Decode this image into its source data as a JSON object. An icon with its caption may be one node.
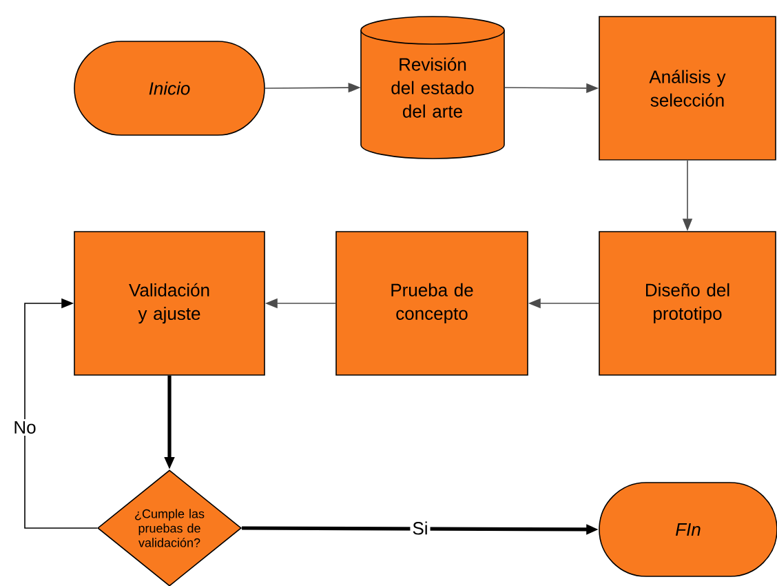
{
  "diagram": {
    "nodes": [
      {
        "text": [
          "Inicio"
        ]
      },
      {
        "text": [
          "Revisión del estado del arte"
        ]
      },
      {
        "text": [
          "Análisis y selección"
        ]
      },
      {
        "text": [
          "Diseño del prototipo"
        ]
      },
      {
        "text": [
          "Prueba de concepto"
        ]
      },
      {
        "text": [
          "Validación y ajuste"
        ]
      },
      {
        "text": [
          "¿Cumple las pruebas de validación?"
        ]
      },
      {
        "text": [
          "FIn"
        ]
      }
    ],
    "edges": [
      {
        "from": 0,
        "to": 1,
        "arrow": "to"
      },
      {
        "from": 1,
        "to": 2,
        "arrow": "to"
      },
      {
        "from": 2,
        "to": 3,
        "arrow": "to"
      },
      {
        "from": 3,
        "to": 4,
        "arrow": "to"
      },
      {
        "from": 4,
        "to": 5,
        "arrow": "to"
      },
      {
        "from": 5,
        "to": 6,
        "arrow": "to",
        "style": "thick",
        "color": "#000000"
      },
      {
        "from": 6,
        "to": 7,
        "arrow": "to",
        "label": "Si",
        "style": "thick",
        "color": "#000000"
      },
      {
        "from": 6,
        "to": 5,
        "arrow": "to",
        "label": "No",
        "color": "#000000"
      }
    ]
  }
}
